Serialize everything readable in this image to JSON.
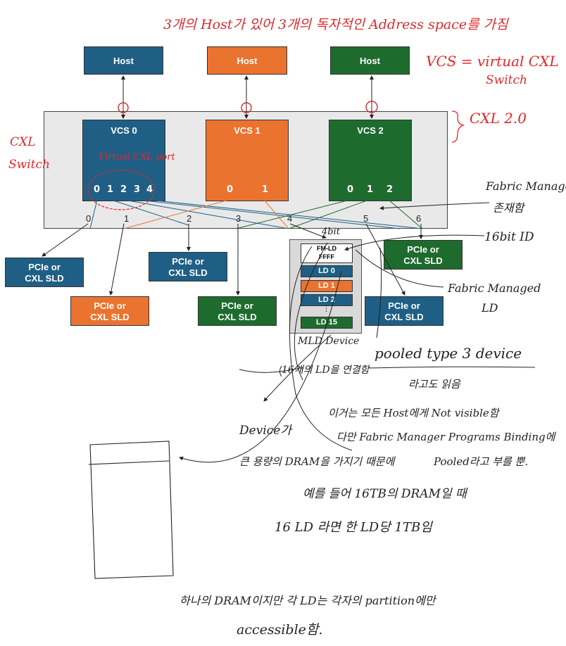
{
  "colors": {
    "blue": "#1f5f85",
    "orange": "#eb7330",
    "green": "#1e6b2e",
    "ink": "#222222",
    "note_red": "#e0282b"
  },
  "hosts": [
    "Host",
    "Host",
    "Host"
  ],
  "vcs": [
    {
      "label": "VCS 0",
      "ports": [
        "0",
        "1",
        "2",
        "3",
        "4"
      ]
    },
    {
      "label": "VCS 1",
      "ports": [
        "0",
        "1"
      ]
    },
    {
      "label": "VCS 2",
      "ports": [
        "0",
        "1",
        "2"
      ]
    }
  ],
  "switch_ports": [
    "0",
    "1",
    "2",
    "3",
    "4",
    "5",
    "6"
  ],
  "devices": {
    "sld_label_line1": "PCIe or",
    "sld_label_line2": "CXL SLD"
  },
  "mld": {
    "fm_ld_line1": "FM-LD",
    "fm_ld_line2": "FFFF",
    "lds": [
      "LD 0",
      "LD 1",
      "LD 2",
      "LD 15"
    ],
    "ellipsis": "⋮"
  },
  "notes": {
    "top": "3개의 Host가 있어 3개의 독자적인 Address space를 가짐",
    "vcs_def_1": "VCS = virtual CXL",
    "vcs_def_2": "Switch",
    "cxl20": "CXL 2.0",
    "cxl_switch_1": "CXL",
    "cxl_switch_2": "Switch",
    "virtual_port": "Virtual CXL port",
    "fabric_manager_1": "Fabric Manager",
    "fabric_manager_2": "존재함",
    "bit16_top": "4bit",
    "bit16": "16bit ID",
    "fm_ld_1": "Fabric Managed",
    "fm_ld_2": "LD",
    "mld_device": "MLD Device",
    "lds16": "16개의 LD을 연결함",
    "pooled": "pooled type 3 device",
    "pooled_sub": "라고도 읽음",
    "device_ga": "Device가",
    "line1": "이거는 모든 Host에게 Not visible함",
    "line2": "다만 Fabric Manager Programs Binding에",
    "line3": "큰 용량의 DRAM을 가지기 때문에",
    "line3b": "Pooled라고 부를 뿐.",
    "line4": "예를 들어 16TB의 DRAM일 때",
    "line5": "16 LD 라면 한 LD당 1TB임",
    "bottom1": "하나의 DRAM이지만 각 LD는 각자의 partition에만",
    "bottom2": "accessible함."
  }
}
